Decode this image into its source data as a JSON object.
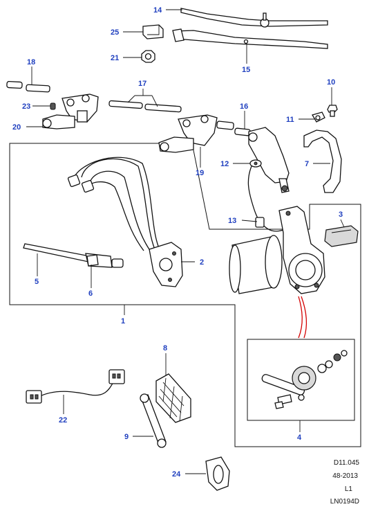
{
  "diagram": {
    "callouts": [
      "1",
      "2",
      "3",
      "4",
      "5",
      "6",
      "7",
      "8",
      "9",
      "10",
      "11",
      "12",
      "13",
      "14",
      "15",
      "16",
      "17",
      "18",
      "19",
      "20",
      "21",
      "22",
      "23",
      "24",
      "25"
    ],
    "reference": {
      "line1": "D11.045",
      "line2": "48-2013",
      "line3": "L1",
      "line4": "LN0194D"
    },
    "colors": {
      "callout_text": "#1f3fbf",
      "line_art": "#111111",
      "highlight_curve": "#d40000"
    }
  }
}
